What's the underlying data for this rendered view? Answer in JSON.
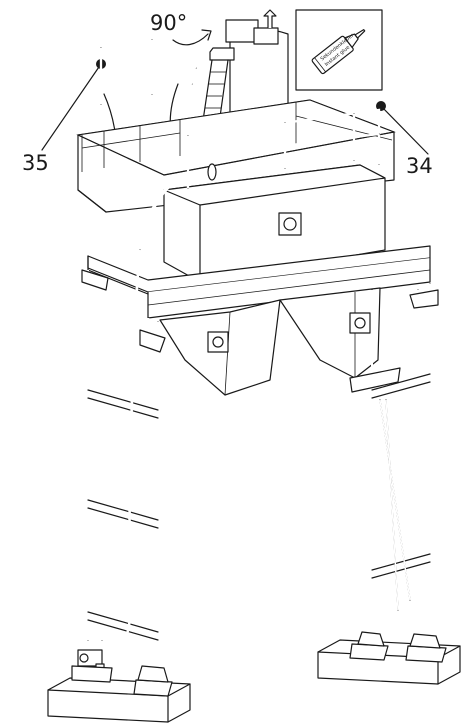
{
  "callouts": {
    "part_35": "35",
    "part_34": "34",
    "angle": "90°"
  },
  "glue_box": {
    "line1": "Sekundenkleber",
    "line2": "Instant glue"
  }
}
